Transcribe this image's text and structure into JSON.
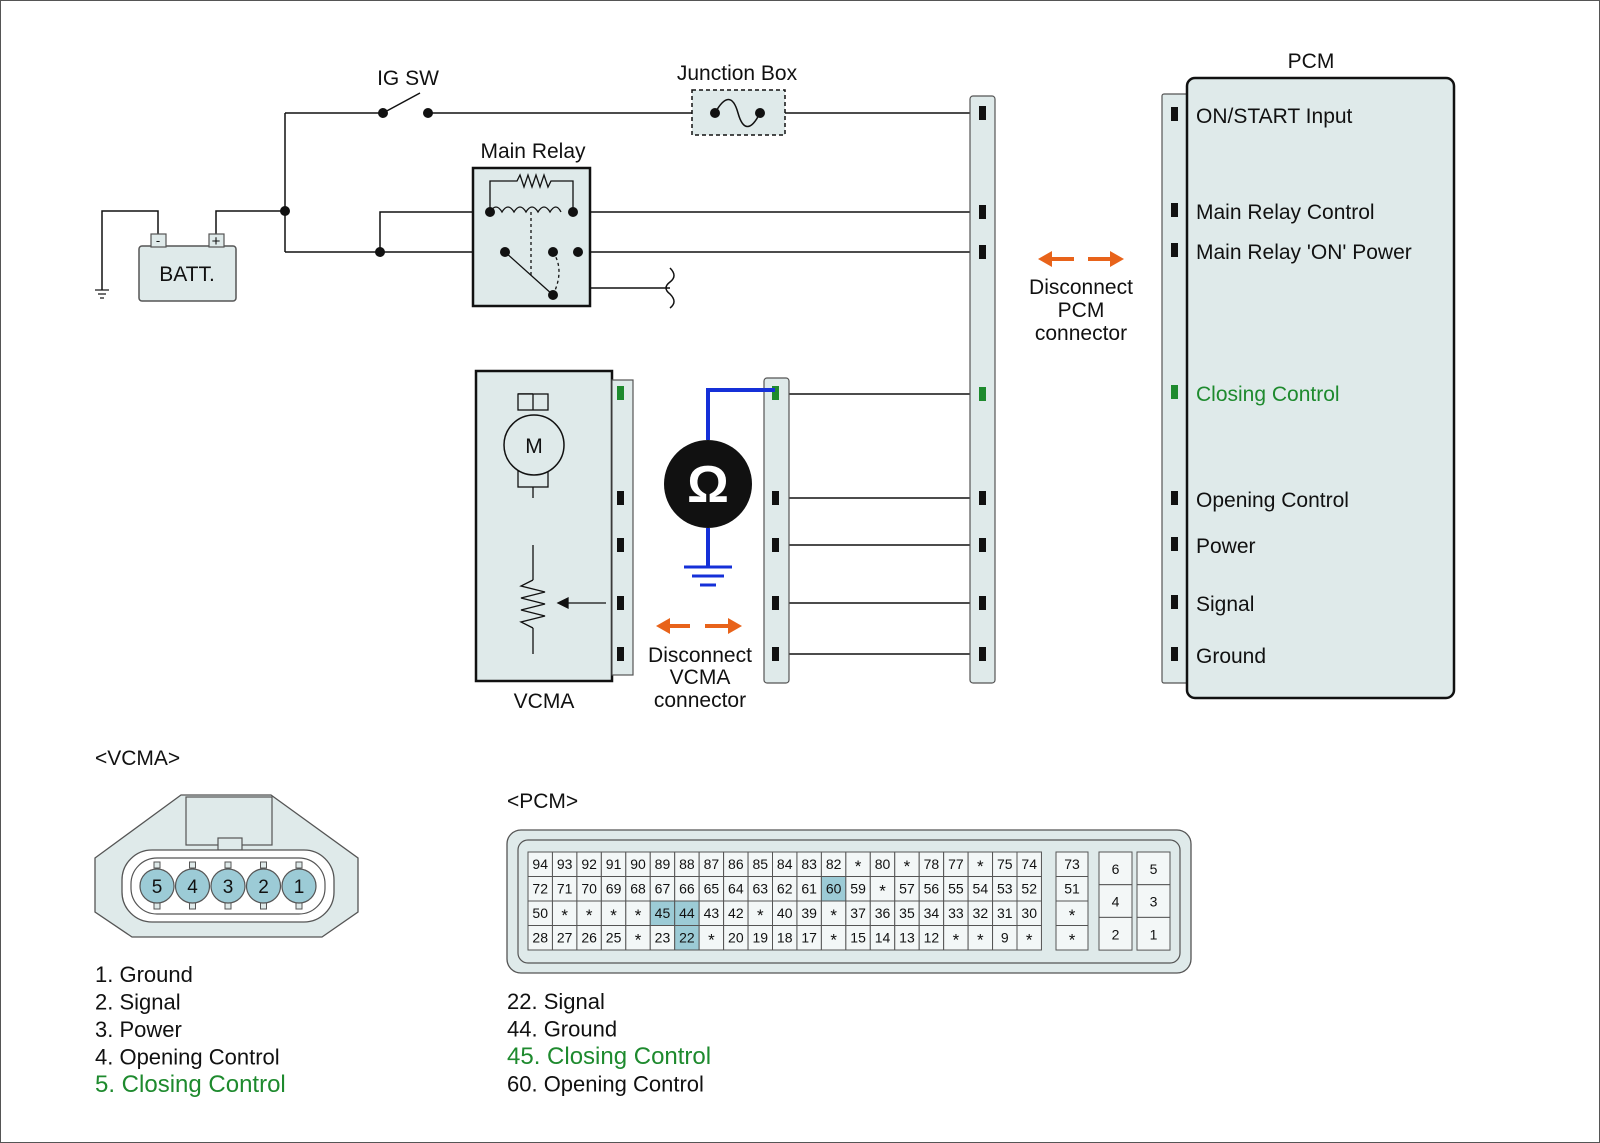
{
  "colors": {
    "wire": "#111111",
    "meter_lead": "#1530d8",
    "highlight_pin": "#9ccbd6",
    "highlight_text": "#1e8a2e",
    "arrow": "#e8631a",
    "connector_fill": "#dfeaea",
    "grid_fill": "#f3f7f7"
  },
  "icons": {
    "meter": "ohmmeter-icon",
    "motor": "motor-icon",
    "fuse": "fuse-icon",
    "ground": "ground-icon",
    "switch": "switch-icon",
    "resistor": "potentiometer-icon"
  },
  "labels": {
    "ig_sw": "IG SW",
    "junction_box": "Junction Box",
    "main_relay": "Main Relay",
    "batt": "BATT.",
    "batt_minus": "-",
    "batt_plus": "+",
    "pcm": "PCM",
    "motor": "M",
    "meter": "Ω",
    "vcma": "VCMA",
    "disconnect_vcma": [
      "Disconnect",
      "VCMA",
      "connector"
    ],
    "disconnect_pcm": [
      "Disconnect",
      "PCM",
      "connector"
    ]
  },
  "pcm_pins": [
    {
      "label": "ON/START Input",
      "highlight": false
    },
    {
      "label": "Main Relay Control",
      "highlight": false
    },
    {
      "label": "Main Relay  'ON' Power",
      "highlight": false
    },
    {
      "label": "Closing Control",
      "highlight": true
    },
    {
      "label": "Opening Control",
      "highlight": false
    },
    {
      "label": "Power",
      "highlight": false
    },
    {
      "label": "Signal",
      "highlight": false
    },
    {
      "label": "Ground",
      "highlight": false
    }
  ],
  "vcma_connector": {
    "title": "<VCMA>",
    "pins": [
      "5",
      "4",
      "3",
      "2",
      "1"
    ],
    "legend": [
      {
        "text": "1. Ground",
        "highlight": false
      },
      {
        "text": "2. Signal",
        "highlight": false
      },
      {
        "text": "3. Power",
        "highlight": false
      },
      {
        "text": "4. Opening Control",
        "highlight": false
      },
      {
        "text": "5. Closing Control",
        "highlight": true
      }
    ]
  },
  "pcm_connector": {
    "title": "<PCM>",
    "grid": [
      [
        "94",
        "93",
        "92",
        "91",
        "90",
        "89",
        "88",
        "87",
        "86",
        "85",
        "84",
        "83",
        "82",
        "*",
        "80",
        "*",
        "78",
        "77",
        "*",
        "75",
        "74"
      ],
      [
        "72",
        "71",
        "70",
        "69",
        "68",
        "67",
        "66",
        "65",
        "64",
        "63",
        "62",
        "61",
        "60",
        "59",
        "*",
        "57",
        "56",
        "55",
        "54",
        "53",
        "52"
      ],
      [
        "50",
        "*",
        "*",
        "*",
        "*",
        "45",
        "44",
        "43",
        "42",
        "*",
        "40",
        "39",
        "*",
        "37",
        "36",
        "35",
        "34",
        "33",
        "32",
        "31",
        "30"
      ],
      [
        "28",
        "27",
        "26",
        "25",
        "*",
        "23",
        "22",
        "*",
        "20",
        "19",
        "18",
        "17",
        "*",
        "15",
        "14",
        "13",
        "12",
        "*",
        "*",
        "9",
        "*"
      ]
    ],
    "side_column": [
      "73",
      "51",
      "*",
      "*"
    ],
    "small_block": [
      [
        "6",
        "5"
      ],
      [
        "4",
        "3"
      ],
      [
        "2",
        "1"
      ]
    ],
    "highlighted": [
      "60",
      "45",
      "44",
      "22"
    ],
    "legend": [
      {
        "text": "22. Signal",
        "highlight": false
      },
      {
        "text": "44. Ground",
        "highlight": false
      },
      {
        "text": "45. Closing Control",
        "highlight": true
      },
      {
        "text": "60. Opening Control",
        "highlight": false
      }
    ]
  }
}
